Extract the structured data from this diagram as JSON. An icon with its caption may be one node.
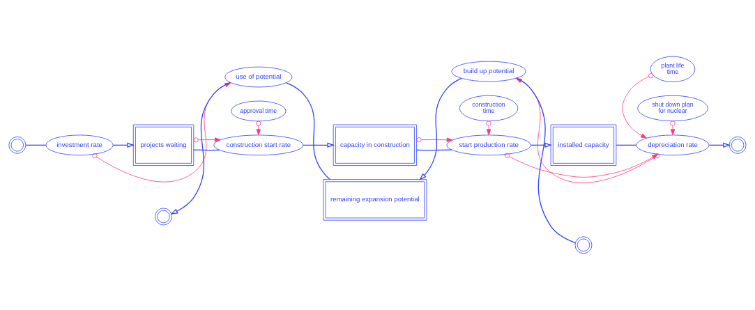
{
  "diagram": {
    "nodes": [
      {
        "text": [],
        "shape": "cloud"
      },
      {
        "text": [
          "investment rate"
        ]
      },
      {
        "text": [
          "projects waiting"
        ]
      },
      {
        "text": [
          "approval time"
        ]
      },
      {
        "text": [
          "construction start rate"
        ]
      },
      {
        "text": [
          "capacity in construction"
        ]
      },
      {
        "text": [
          "construction time"
        ]
      },
      {
        "text": [
          "start production rate"
        ]
      },
      {
        "text": [
          "installed capacity"
        ]
      },
      {
        "text": [
          "plant life time"
        ]
      },
      {
        "text": [
          "shut down plan for nuclear"
        ]
      },
      {
        "text": [
          "depreciation rate"
        ]
      },
      {
        "text": [],
        "shape": "cloud"
      },
      {
        "text": [],
        "shape": "cloud"
      },
      {
        "text": [
          "use of potential"
        ]
      },
      {
        "text": [
          "remaining expansion potential"
        ]
      },
      {
        "text": [
          "build up potential"
        ]
      },
      {
        "text": [],
        "shape": "cloud"
      }
    ],
    "edges": [
      {
        "from": 0,
        "to": 1,
        "arrow": "none"
      },
      {
        "from": 1,
        "to": 2,
        "arrow": "to"
      },
      {
        "from": 2,
        "to": 4,
        "arrow": "none"
      },
      {
        "from": 4,
        "to": 5,
        "arrow": "to"
      },
      {
        "from": 5,
        "to": 7,
        "arrow": "none"
      },
      {
        "from": 7,
        "to": 8,
        "arrow": "to"
      },
      {
        "from": 8,
        "to": 11,
        "arrow": "none"
      },
      {
        "from": 11,
        "to": 12,
        "arrow": "to"
      },
      {
        "from": 15,
        "to": 14,
        "arrow": "none"
      },
      {
        "from": 14,
        "to": 13,
        "arrow": "to"
      },
      {
        "from": 17,
        "to": 16,
        "arrow": "none"
      },
      {
        "from": 16,
        "to": 15,
        "arrow": "to"
      },
      {
        "from": 2,
        "to": 4,
        "arrow": "to",
        "color": "#ff3380"
      },
      {
        "from": 3,
        "to": 4,
        "arrow": "to",
        "color": "#ff3380"
      },
      {
        "from": 5,
        "to": 7,
        "arrow": "to",
        "color": "#ff3380"
      },
      {
        "from": 6,
        "to": 7,
        "arrow": "to",
        "color": "#ff3380"
      },
      {
        "from": 7,
        "to": 11,
        "arrow": "to",
        "color": "#ff3380"
      },
      {
        "from": 9,
        "to": 11,
        "arrow": "to",
        "color": "#ff3380"
      },
      {
        "from": 10,
        "to": 11,
        "arrow": "to",
        "color": "#ff3380"
      },
      {
        "from": 1,
        "to": 14,
        "arrow": "to",
        "color": "#ff3380"
      },
      {
        "from": 11,
        "to": 16,
        "arrow": "to",
        "color": "#ff3380"
      }
    ]
  }
}
